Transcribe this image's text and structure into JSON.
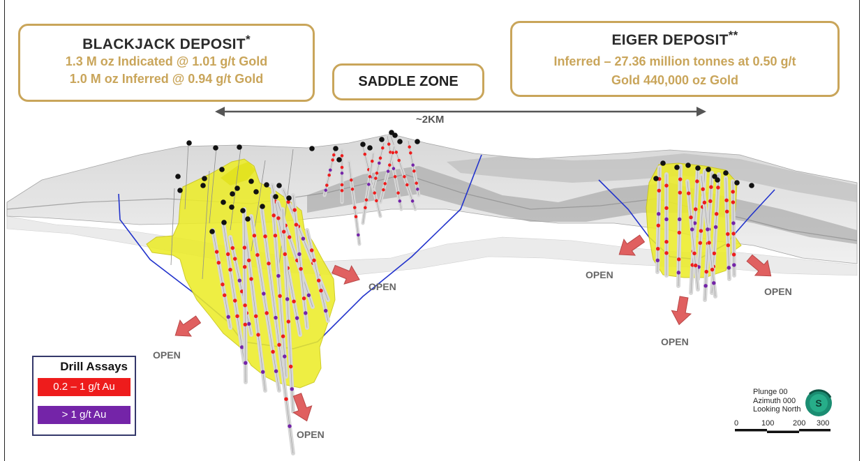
{
  "blackjack": {
    "title": "BLACKJACK DEPOSIT",
    "marker": "*",
    "indicated": "1.3 M oz Indicated @ 1.01 g/t Gold",
    "inferred": "1.0 M oz Inferred @ 0.94 g/t Gold"
  },
  "saddle": {
    "title": "SADDLE ZONE"
  },
  "eiger": {
    "title": "EIGER DEPOSIT",
    "marker": "**",
    "line1": "Inferred – 27.36 million tonnes at 0.50 g/t",
    "line2": "Gold 440,000 oz Gold"
  },
  "span_label": "~2KM",
  "open_labels": [
    "OPEN",
    "OPEN",
    "OPEN",
    "OPEN",
    "OPEN",
    "OPEN"
  ],
  "legend": {
    "title": "Drill Assays",
    "items": [
      {
        "label": "0.2 – 1 g/t Au",
        "color": "#ee1c1c"
      },
      {
        "label": "> 1 g/t Au",
        "color": "#7424a8"
      }
    ]
  },
  "orientation": {
    "plunge": "Plunge 00",
    "azimuth": "Azimuth 000",
    "view": "Looking North",
    "compass_letter": "S"
  },
  "scale": {
    "ticks": [
      "0",
      "100",
      "200",
      "300"
    ]
  },
  "colors": {
    "gold_accent": "#c9a55a",
    "orebody": "#ecec2a",
    "arrow": "#e06060",
    "pit_outline": "#2233cc",
    "terrain": "#c8c8c8"
  }
}
